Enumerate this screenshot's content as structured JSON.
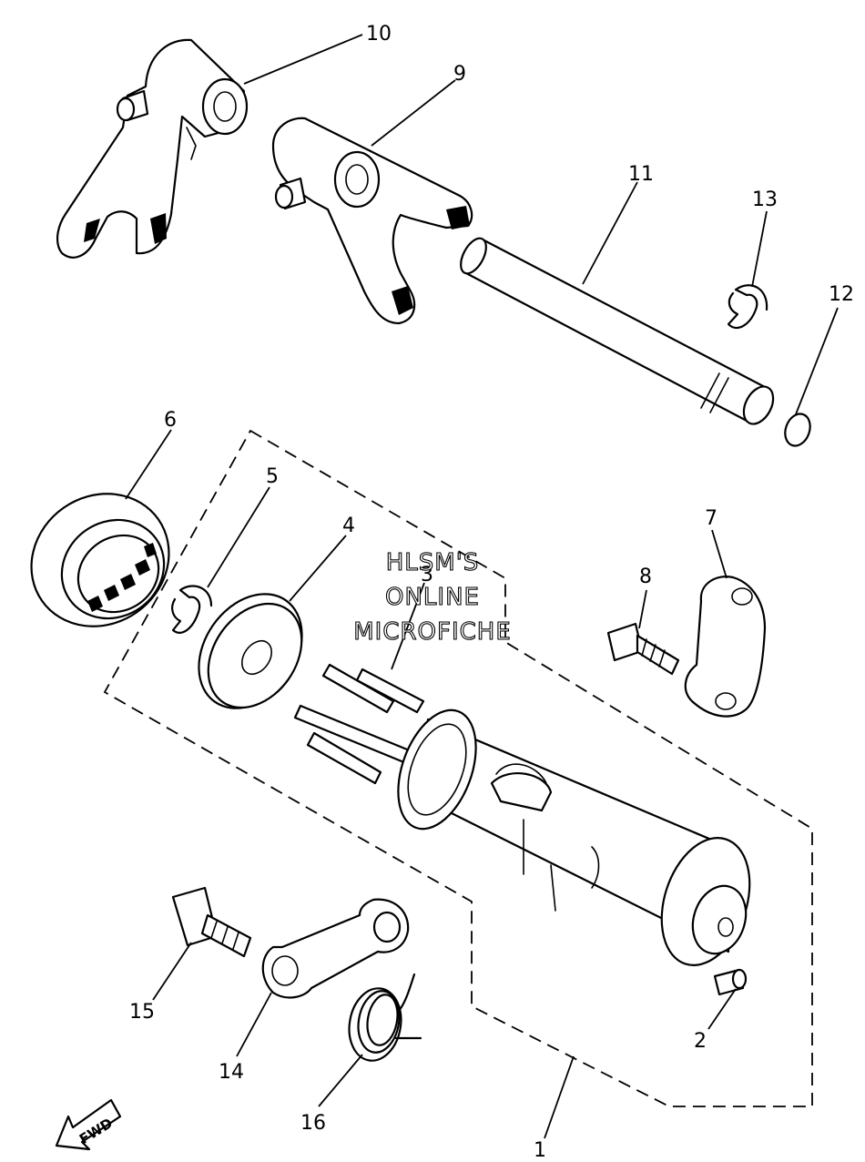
{
  "callouts": [
    "10",
    "9",
    "11",
    "13",
    "12",
    "6",
    "5",
    "4",
    "3",
    "7",
    "8",
    "15",
    "14",
    "16",
    "2",
    "1"
  ],
  "watermark": {
    "line1": "HLSM'S",
    "line2": "ONLINE",
    "line3": "MICROFICHE"
  },
  "fwd_label": "FWD"
}
